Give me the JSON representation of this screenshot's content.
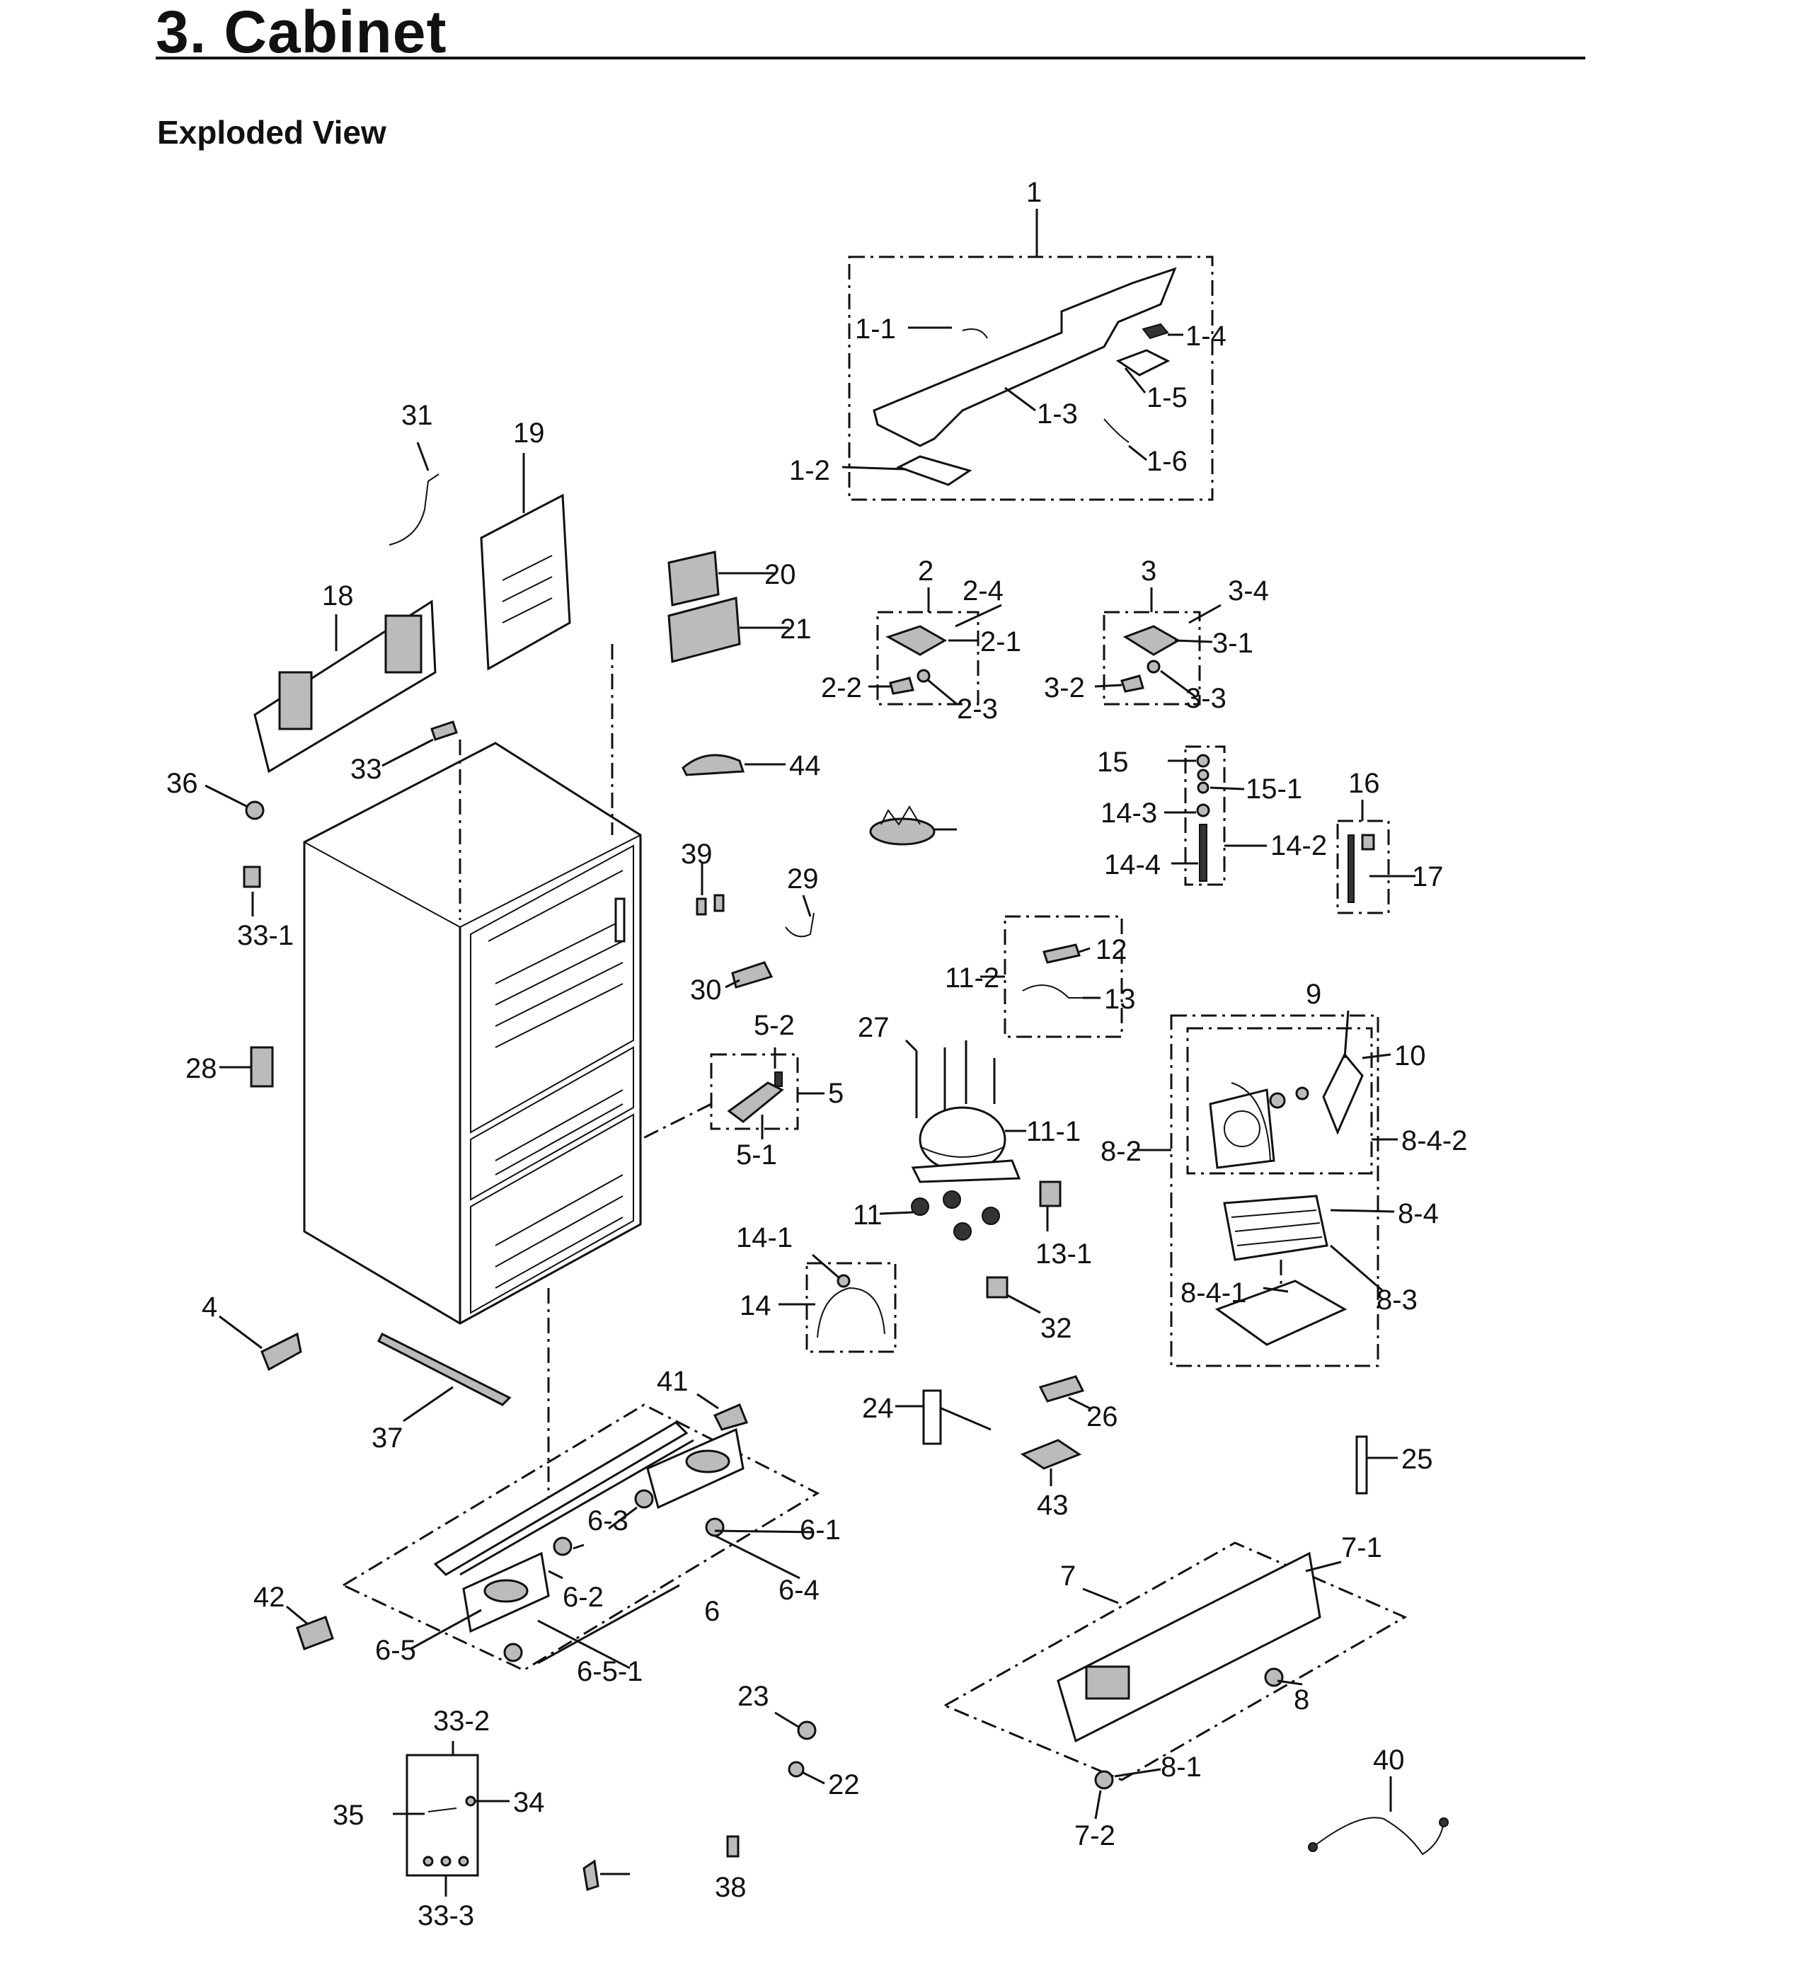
{
  "header": {
    "title": "3.  Cabinet",
    "subtitle": "Exploded View"
  },
  "callouts": [
    "1",
    "1-1",
    "1-2",
    "1-3",
    "1-4",
    "1-5",
    "1-6",
    "2",
    "2-1",
    "2-2",
    "2-3",
    "2-4",
    "3",
    "3-1",
    "3-2",
    "3-3",
    "3-4",
    "4",
    "5",
    "5-1",
    "5-2",
    "6",
    "6-1",
    "6-2",
    "6-3",
    "6-4",
    "6-5",
    "6-5-1",
    "7",
    "7-1",
    "7-2",
    "8",
    "8-1",
    "8-2",
    "8-3",
    "8-4",
    "8-4-1",
    "8-4-2",
    "9",
    "10",
    "11",
    "11-1",
    "11-2",
    "12",
    "13",
    "13-1",
    "14",
    "14-1",
    "14-2",
    "14-3",
    "14-4",
    "15",
    "15-1",
    "16",
    "17",
    "18",
    "19",
    "20",
    "21",
    "22",
    "23",
    "24",
    "25",
    "26",
    "27",
    "28",
    "29",
    "30",
    "31",
    "32",
    "33",
    "33-1",
    "33-2",
    "33-3",
    "34",
    "35",
    "36",
    "37",
    "38",
    "39",
    "40",
    "41",
    "42",
    "43",
    "44"
  ]
}
